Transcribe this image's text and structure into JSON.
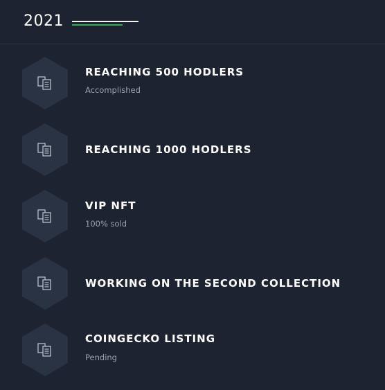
{
  "header": {
    "year": "2021",
    "accent_color": "#2fb344",
    "line_color": "#f3f4f6"
  },
  "milestones": [
    {
      "title": "REACHING 500 HODLERS",
      "status": "Accomplished",
      "icon": "document-icon"
    },
    {
      "title": "REACHING 1000 HODLERS",
      "status": "",
      "icon": "document-icon"
    },
    {
      "title": "VIP NFT",
      "status": "100% sold",
      "icon": "document-icon"
    },
    {
      "title": "WORKING ON THE SECOND COLLECTION",
      "status": "",
      "icon": "document-icon"
    },
    {
      "title": "COINGECKO LISTING",
      "status": "Pending",
      "icon": "document-icon"
    }
  ]
}
